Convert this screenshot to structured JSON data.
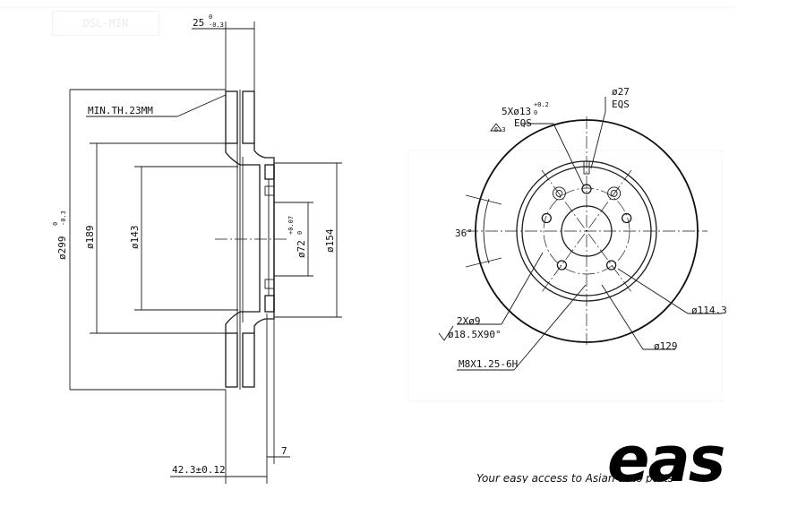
{
  "header": {
    "faded_label": "DSL-MIN"
  },
  "section_view": {
    "min_thickness": "MIN.TH.23MM",
    "thickness_value": "25",
    "thickness_tol_upper": "0",
    "thickness_tol_lower": "-0.3",
    "outer_dia": "ø299",
    "outer_tol_upper": "0",
    "outer_tol_lower": "-0.3",
    "dia_189": "ø189",
    "dia_143": "ø143",
    "center_bore": "ø72",
    "bore_tol_upper": "+0.07",
    "bore_tol_lower": "0",
    "hub_dia": "ø154",
    "hat_offset": "7",
    "total_height": "42.3±0.12"
  },
  "front_view": {
    "bolt_holes": "5Xø13",
    "bolt_tol_upper": "+0.2",
    "bolt_tol_lower": "0",
    "bolt_eqs": "EQS",
    "roughness": "6.3",
    "vent_slots": "ø27",
    "vent_eqs": "EQS",
    "angle": "36°",
    "pcd": "ø114.3",
    "aux_holes": "2Xø9",
    "countersink": "ø18.5X90°",
    "thread": "M8X1.25-6H",
    "aux_pcd": "ø129"
  },
  "branding": {
    "logo": "eas",
    "tagline": "Your easy access to Asian auto parts"
  }
}
